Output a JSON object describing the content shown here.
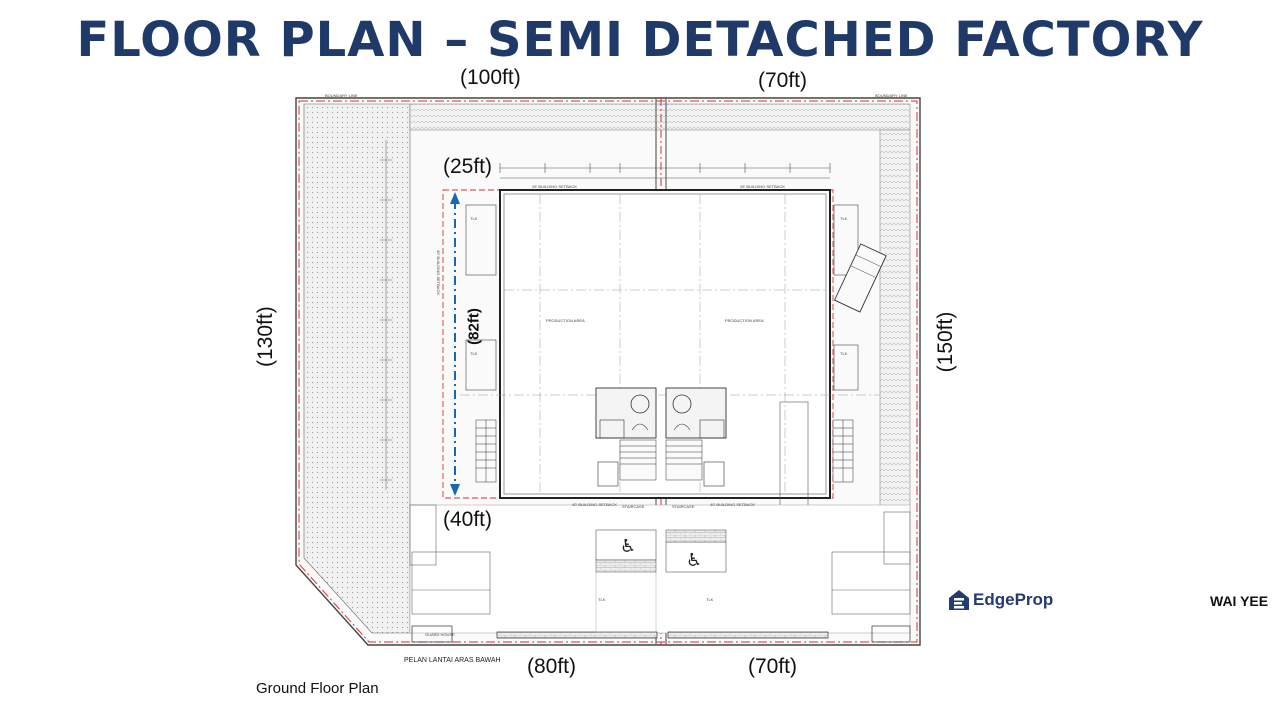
{
  "title": "FLOOR PLAN – SEMI DETACHED FACTORY",
  "dimensions": {
    "top_left": "(100ft)",
    "top_right": "(70ft)",
    "setback_top": "(25ft)",
    "left_side": "(130ft)",
    "right_side": "(150ft)",
    "inner_height": "(82ft)",
    "setback_bottom": "(40ft)",
    "bottom_left": "(80ft)",
    "bottom_right": "(70ft)"
  },
  "plan_labels": {
    "building_setback_top": "25' BUILDING SETBACK",
    "building_setback_bottom": "40' BUILDING SETBACK",
    "side_setback": "40' BUILDING SETBACK",
    "production_area": "PRODUCTION AREA",
    "drawing_name": "PELAN LANTAI ARAS BAWAH",
    "boundary_line": "BOUNDARY LINE",
    "tlk": "TLK",
    "staircase": "STAIRCASE",
    "guard_house": "GUARD HOUSE"
  },
  "caption": "Ground Floor Plan",
  "brand": {
    "edge": "Edge",
    "prop": "Prop",
    "color": "#233a72"
  },
  "agent": "WAI YEE",
  "colors": {
    "title": "#1f3a68",
    "boundary": "#d23232",
    "dimension_arrow": "#1a66b3"
  }
}
